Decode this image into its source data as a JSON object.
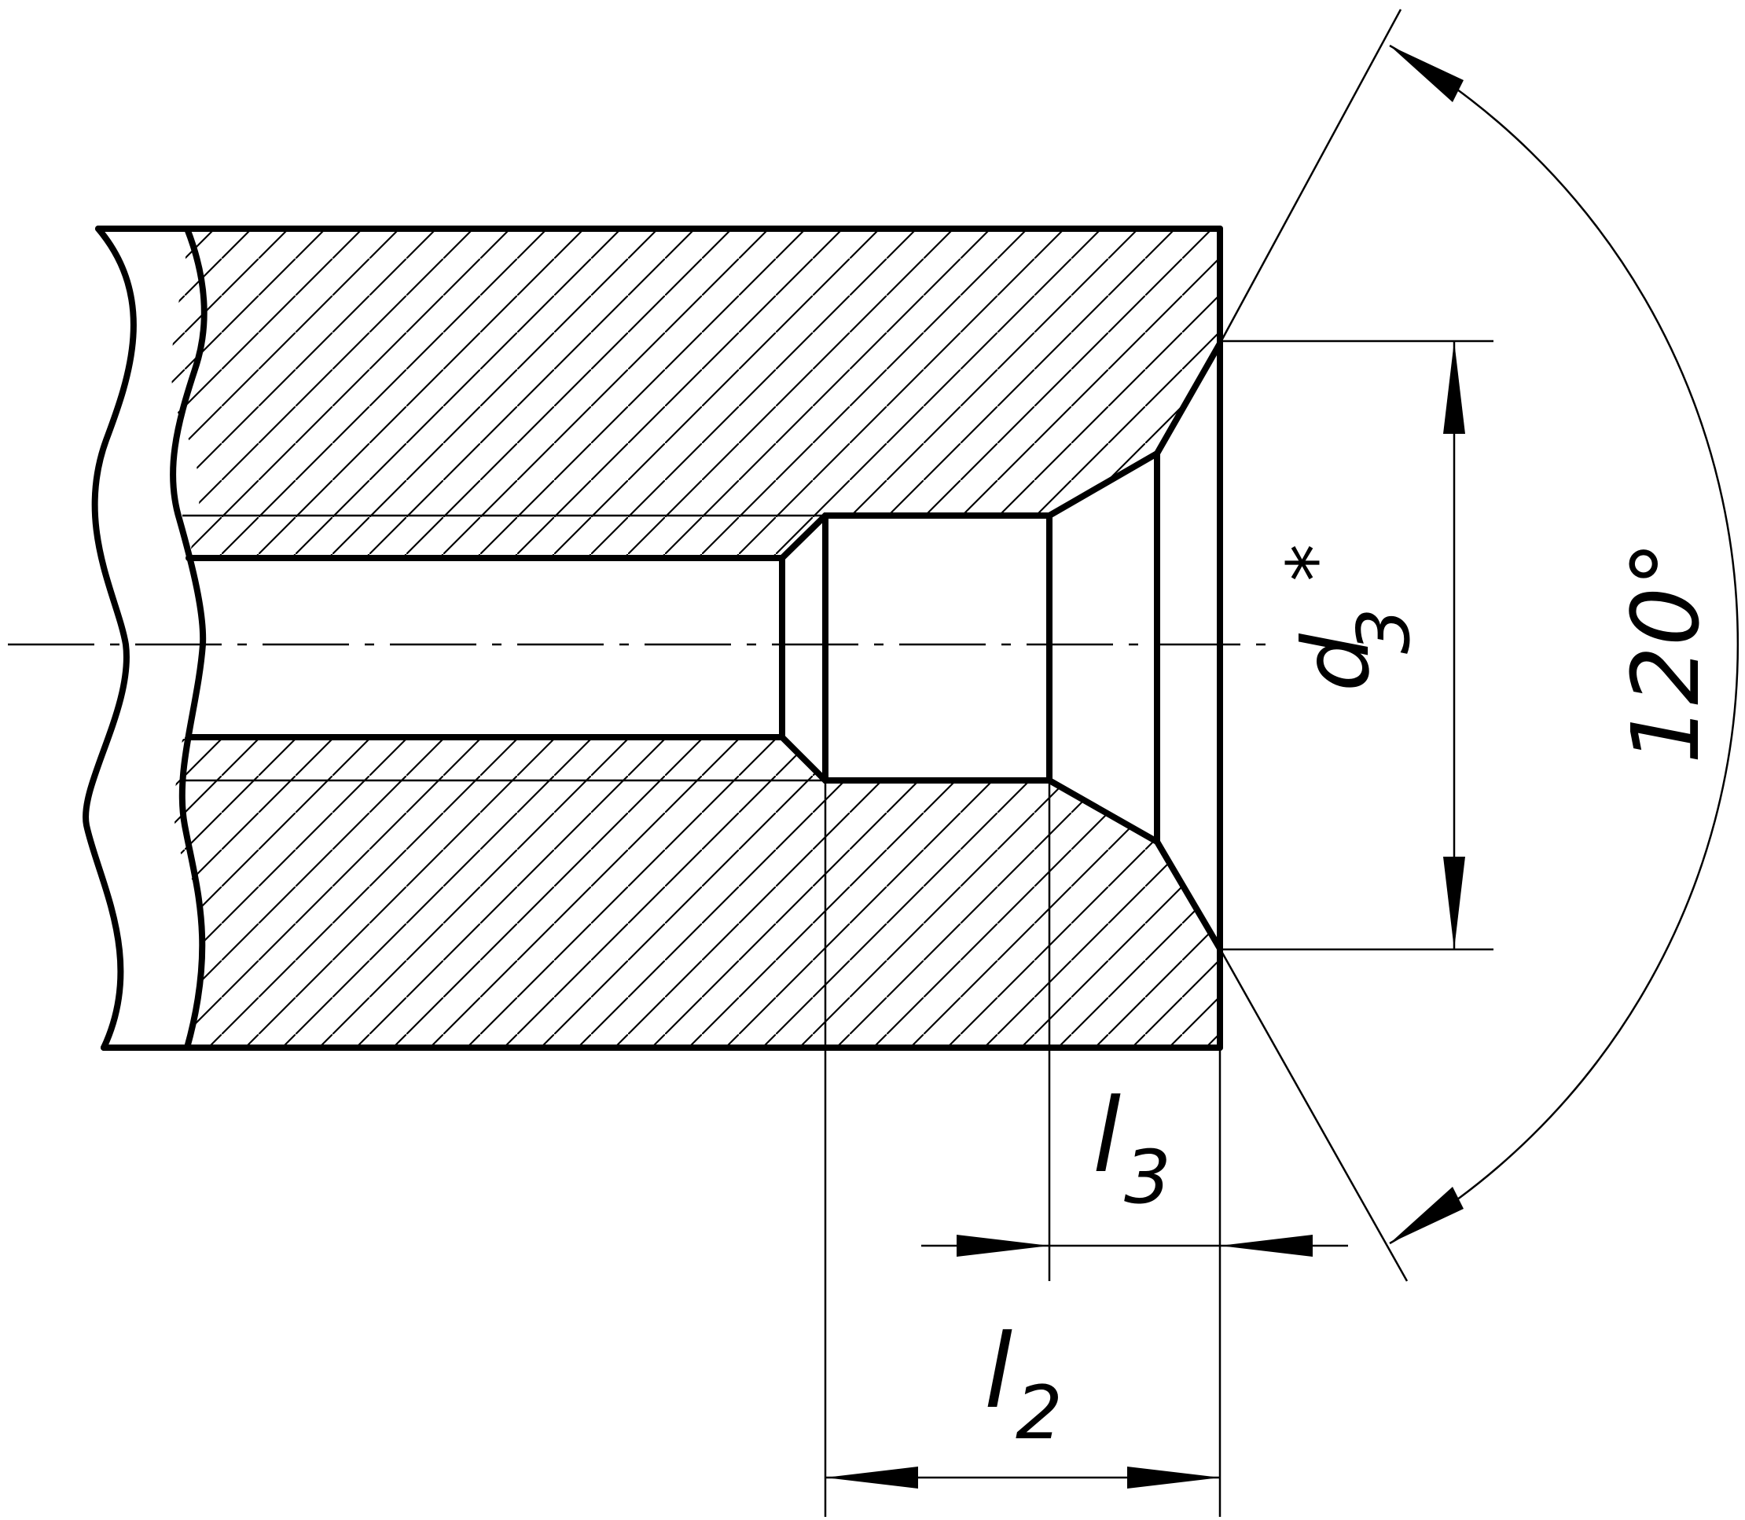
{
  "dimensions": {
    "d3": {
      "symbol": "d",
      "subscript": "3",
      "mark": "*"
    },
    "angle": {
      "text": "120°"
    },
    "l3": {
      "symbol": "l",
      "subscript": "3"
    },
    "l2": {
      "symbol": "l",
      "subscript": "2"
    }
  },
  "colors": {
    "line": "#000000",
    "background": "#ffffff"
  }
}
